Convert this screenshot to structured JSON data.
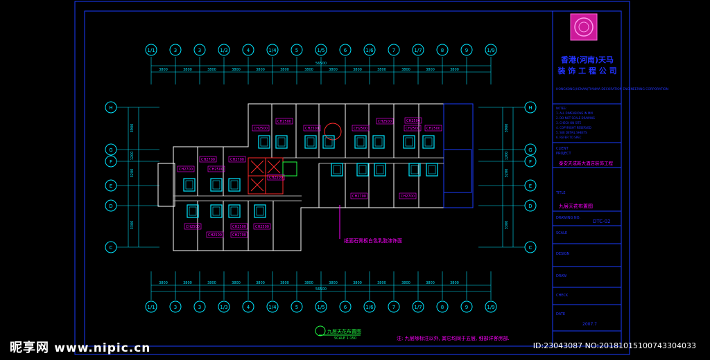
{
  "colors": {
    "bg": "#000000",
    "frame": "#1a3cff",
    "grid": "#00e5ff",
    "wall": "#ffffff",
    "magenta": "#ff00ff",
    "room": "#00e5ff",
    "red": "#ff2a2a",
    "green": "#22ff44",
    "title_block_text": "#2233ff"
  },
  "grid": {
    "top_labels": [
      "1/1",
      "3",
      "3",
      "1/3",
      "4",
      "1/4",
      "5",
      "1/5",
      "6",
      "1/6",
      "7",
      "1/7",
      "8",
      "9",
      "1/9"
    ],
    "bottom_labels": [
      "1/1",
      "3",
      "3",
      "1/3",
      "4",
      "1/4",
      "5",
      "1/5",
      "6",
      "1/6",
      "7",
      "1/7",
      "8",
      "9",
      "1/9"
    ],
    "left_labels": [
      "H",
      "G",
      "F",
      "E",
      "D",
      "C"
    ],
    "right_labels": [
      "H",
      "G",
      "F",
      "E",
      "D",
      "C"
    ],
    "top_total_dim": "56500",
    "bottom_total_dim": "56500",
    "top_dims": [
      "3800",
      "3800",
      "3800",
      "3800",
      "3800",
      "3800",
      "3800",
      "3800",
      "3800",
      "3800",
      "3800",
      "3800",
      "3800"
    ],
    "bottom_dims": [
      "3800",
      "3800",
      "3800",
      "3800",
      "3800",
      "3800",
      "3800",
      "3800",
      "3800",
      "3800",
      "3800",
      "3800",
      "3800"
    ],
    "side_dims": [
      "3900",
      "1200",
      "3200",
      "3300"
    ]
  },
  "plan": {
    "ceiling_labels_top": [
      "CH2500",
      "CH2500",
      "CH2500",
      "CH2500",
      "CH2500",
      "CH2500",
      "CH2500",
      "CH2500"
    ],
    "ceiling_labels_left": [
      "CH2700",
      "CH2700",
      "CH2700",
      "CH2500",
      "CH2500"
    ],
    "ceiling_labels_bottom": [
      "CH2500",
      "CH2500",
      "CH2500",
      "CH2700",
      "CH2500",
      "CH2700",
      "CH2700"
    ],
    "callout_note": "纸面石膏板白色乳胶漆饰面",
    "title": "九层天花布置图",
    "scale": "SCALE 1:150"
  },
  "title_block": {
    "company_cn": "香港(河南)天马",
    "company_cn2": "装 饰 工 程 公 司",
    "company_en": "HONGKONG(HENAN)TIANMA DECORATION ENGINEERING CORPORATION",
    "project_label": "PROJECT",
    "project_name": "泰安天成新大酒店装饰工程",
    "client_label": "CLIENT",
    "drawing_label": "TITLE",
    "drawing_title": "九层天花布置图",
    "dwg_no_label": "DRAWING NO.",
    "dwg_no": "DTC-02",
    "scale_label": "SCALE",
    "design_label": "DESIGN",
    "draw_label": "DRAW",
    "check_label": "CHECK",
    "date_label": "DATE",
    "date": "2007.7"
  },
  "footer_note": "注: 九层除标注以外, 其它均同于五层, 细部详客房部.",
  "watermark": {
    "logo": "昵享网",
    "url": "www.nipic.cn",
    "id_line": "ID:23043087 NO:20181015100743304033"
  }
}
